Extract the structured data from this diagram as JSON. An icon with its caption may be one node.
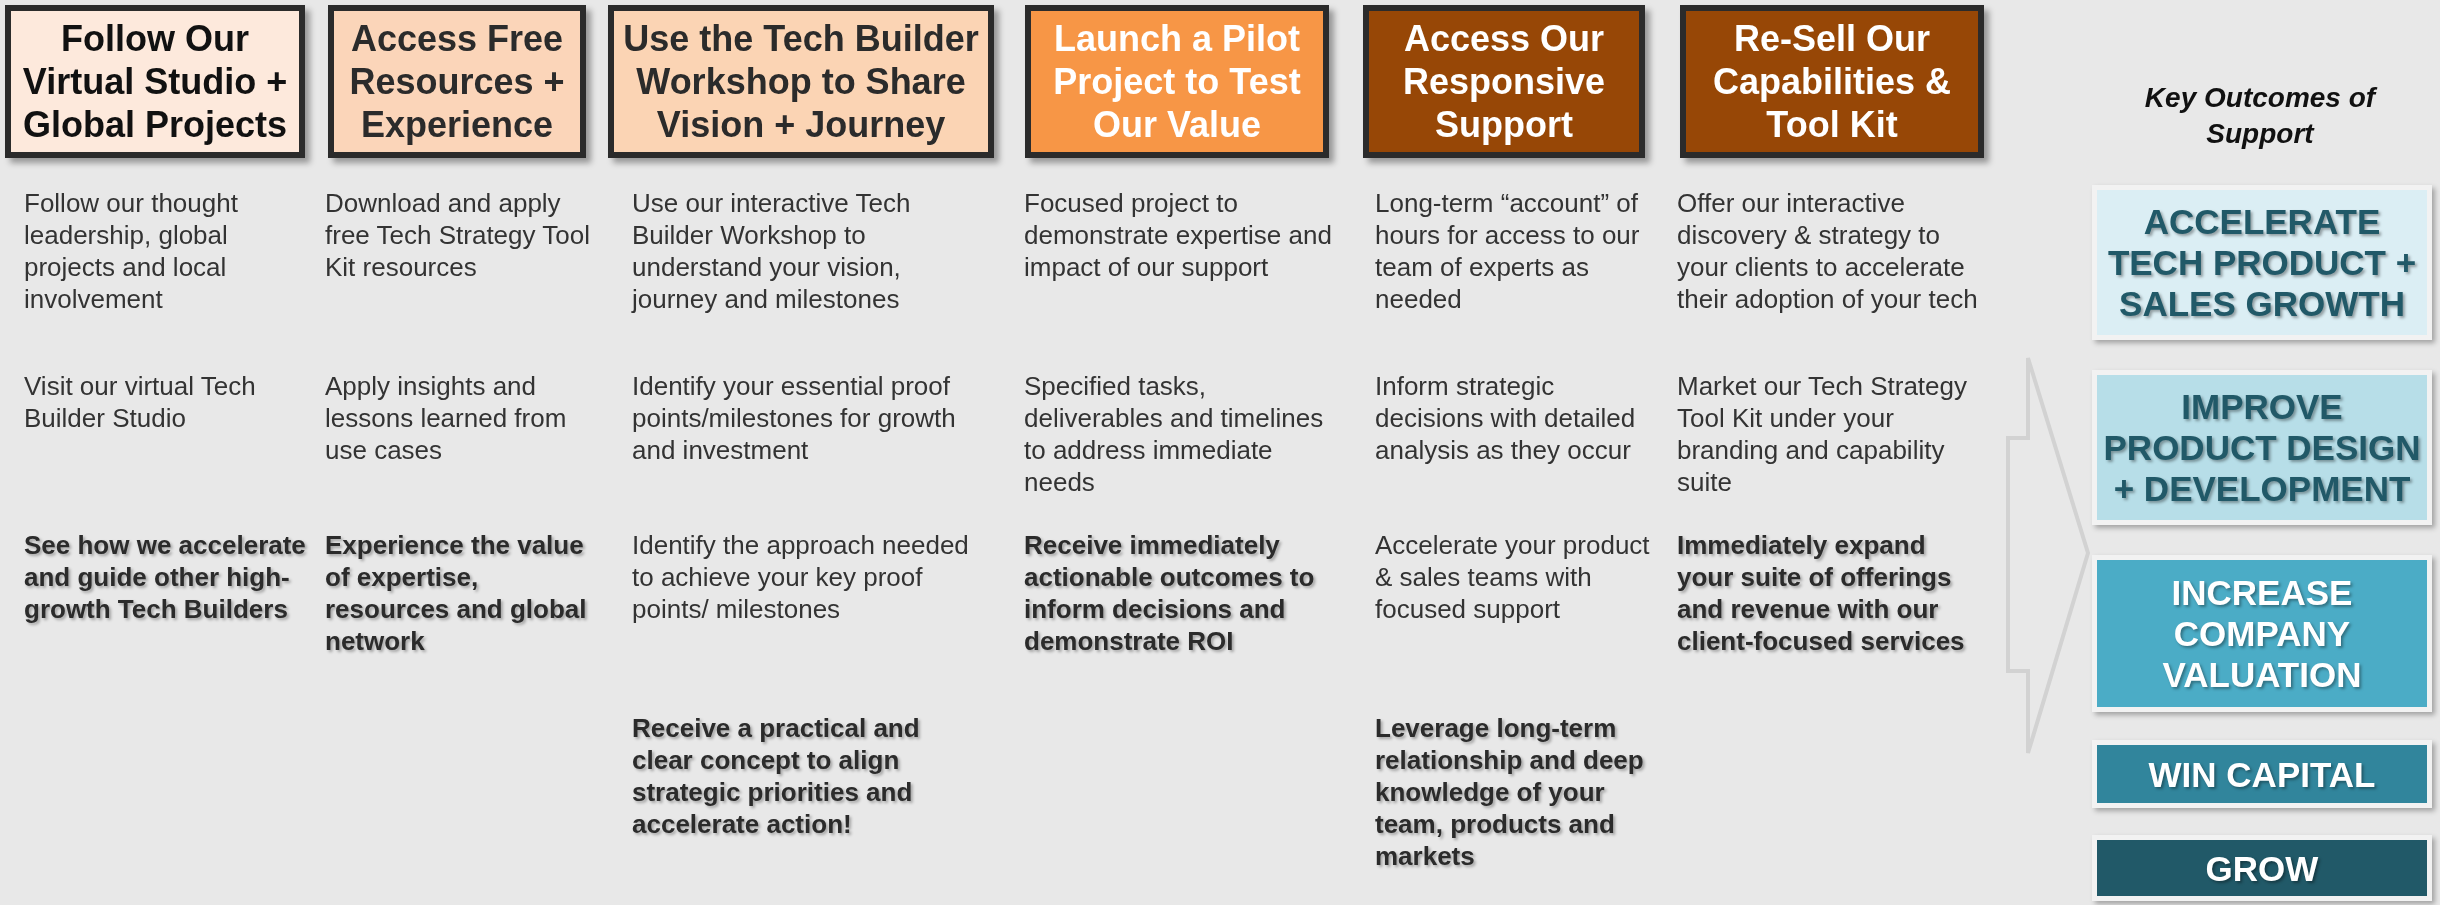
{
  "diagram": {
    "nodes": [
      {
        "text": [
          "Follow Our Virtual Studio + Global Projects"
        ]
      },
      {
        "text": [
          "Access Free Resources + Experience"
        ]
      },
      {
        "text": [
          "Use the Tech Builder Workshop to Share Vision + Journey"
        ]
      },
      {
        "text": [
          "Launch a Pilot Project to Test Our Value"
        ]
      },
      {
        "text": [
          "Access Our Responsive Support"
        ]
      },
      {
        "text": [
          "Re-Sell Our Capabilities & Tool Kit"
        ]
      },
      {
        "text": [
          "ACCELERATE TECH PRODUCT + SALES GROWTH"
        ]
      },
      {
        "text": [
          "IMPROVE PRODUCT DESIGN + DEVELOPMENT"
        ]
      },
      {
        "text": [
          "INCREASE COMPANY VALUATION"
        ]
      },
      {
        "text": [
          "WIN CAPITAL"
        ]
      },
      {
        "text": [
          "GROW"
        ]
      }
    ],
    "edges": [
      {
        "from": null,
        "to": 8,
        "arrow": "to"
      }
    ],
    "labels": [
      "Key Outcomes of Support",
      "Follow our thought leadership, global projects and local involvement",
      "Visit our virtual Tech Builder Studio",
      "See how we accelerate and guide other high-growth Tech Builders",
      "Download and apply free Tech Strategy Tool Kit resources",
      "Apply insights and lessons learned from use cases",
      "Experience the value of expertise, resources and global network",
      "Use our interactive Tech Builder Workshop to understand your vision, journey and milestones",
      "Identify your essential proof points/milestones for growth and investment",
      "Identify the approach needed to achieve your key proof points/ milestones",
      "Receive a practical and clear concept to align strategic priorities and accelerate action!",
      "Focused project to demonstrate expertise and impact of our support",
      "Specified tasks, deliverables and timelines to address immediate needs",
      "Receive immediately actionable outcomes to inform decisions and demonstrate ROI",
      "Long-term “account” of hours for access to our team of experts as needed",
      "Inform strategic decisions with detailed analysis as they occur",
      "Accelerate your product & sales teams with focused support",
      "Leverage long-term relationship and deep knowledge of your team, products and markets",
      "Offer our interactive discovery & strategy to your clients to accelerate their adoption of your tech",
      "Market our Tech Strategy Tool Kit under your branding and capability suite",
      "Immediately expand your suite of offerings and revenue with our client-focused services"
    ]
  }
}
